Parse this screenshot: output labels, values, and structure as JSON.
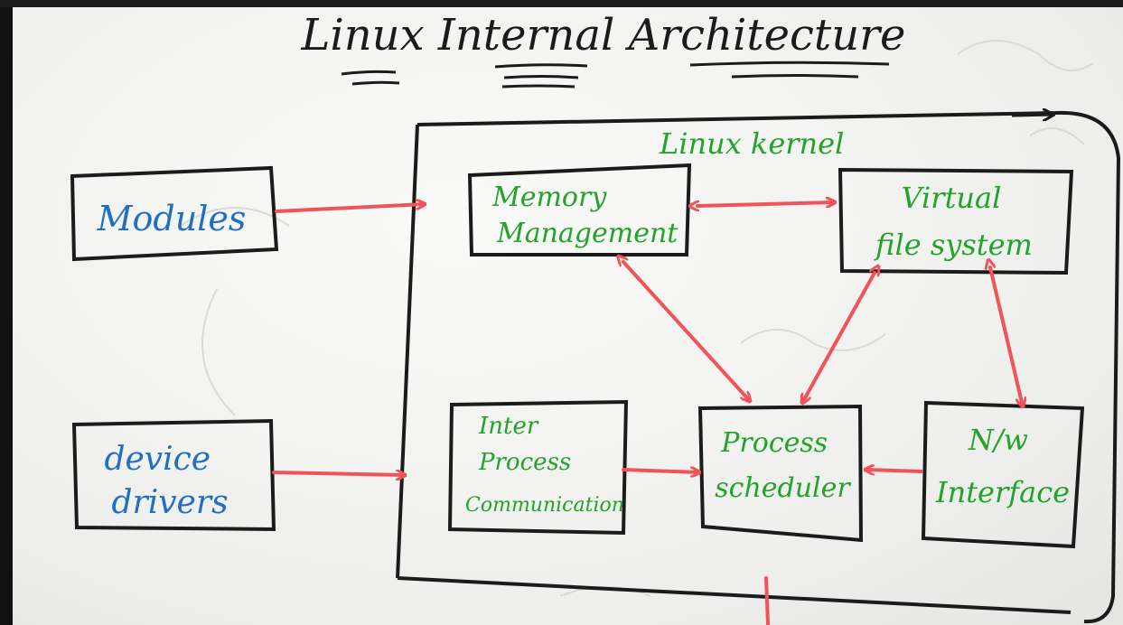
{
  "title": "Linux Internal Architecture",
  "kernel_label": "Linux kernel",
  "nodes": {
    "modules": "Modules",
    "device_drivers": [
      "device",
      "drivers"
    ],
    "memory_management": [
      "Memory",
      "Management"
    ],
    "virtual_file_system": [
      "Virtual",
      "file system"
    ],
    "ipc": [
      "Inter",
      "Process",
      "Communication"
    ],
    "process_scheduler": [
      "Process",
      "scheduler"
    ],
    "nw_interface": [
      "N/w",
      "Interface"
    ]
  },
  "colors": {
    "outline": "#1b1b1b",
    "arrow": "#f0545a",
    "external_text": "#1f6fc2",
    "kernel_text": "#22a32a",
    "title": "#1b1b1b"
  }
}
